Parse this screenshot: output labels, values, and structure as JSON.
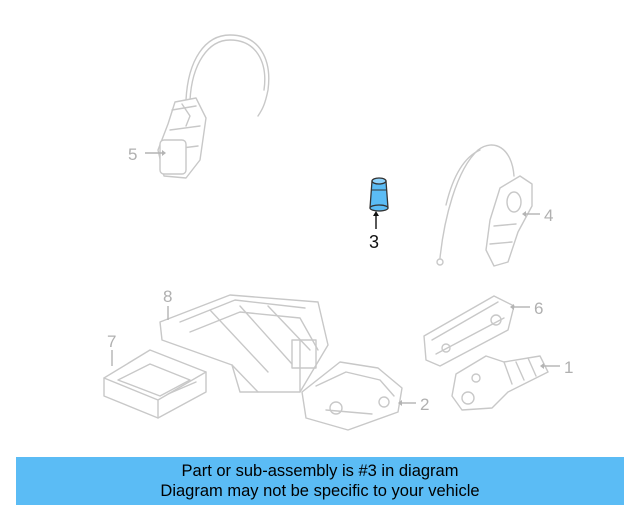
{
  "callouts": [
    {
      "id": "1",
      "label": "1",
      "highlighted": false
    },
    {
      "id": "2",
      "label": "2",
      "highlighted": false
    },
    {
      "id": "3",
      "label": "3",
      "highlighted": true
    },
    {
      "id": "4",
      "label": "4",
      "highlighted": false
    },
    {
      "id": "5",
      "label": "5",
      "highlighted": false
    },
    {
      "id": "6",
      "label": "6",
      "highlighted": false
    },
    {
      "id": "7",
      "label": "7",
      "highlighted": false
    },
    {
      "id": "8",
      "label": "8",
      "highlighted": false
    }
  ],
  "banner": {
    "line1": "Part or sub-assembly is #3 in diagram",
    "line2": "Diagram may not be specific to your vehicle"
  },
  "colors": {
    "highlight_part": "#5bbcf5",
    "banner_background": "#5bbcf5",
    "part_outline": "#c8c8c8"
  }
}
